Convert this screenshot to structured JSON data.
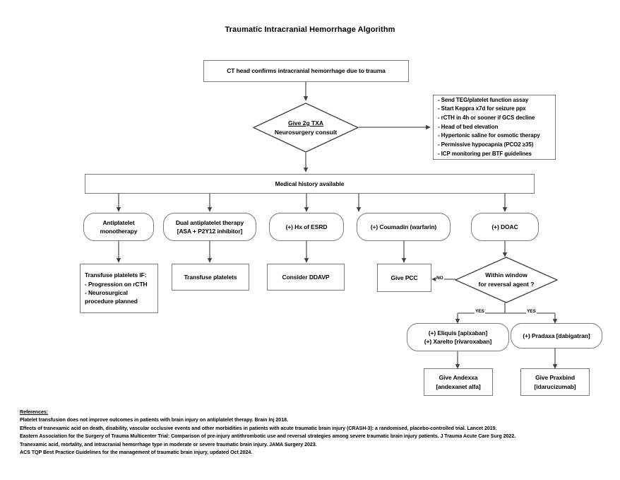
{
  "title": "Traumatic Intracranial Hemorrhage Algorithm",
  "nodes": {
    "start": {
      "label": "CT head confirms intracranial hemorrhage due to trauma"
    },
    "txa": {
      "line1": "Give 2g TXA",
      "line2": "Neurosurgery consult"
    },
    "adjuncts": {
      "items": [
        "- Send TEG/platelet function assay",
        "- Start Keppra x7d for seizure ppx",
        "- rCTH in 4h or sooner if GCS decline",
        "- Head of bed elevation",
        "- Hypertonic saline for osmotic therapy",
        "- Permissive hypocapnia (PCO2 ≥35)",
        "- ICP monitoring per BTF guidelines"
      ]
    },
    "history": {
      "label": "Medical history available"
    },
    "antiplatelet_mono": {
      "line1": "Antiplatelet",
      "line2": "monotherapy"
    },
    "dual_antiplatelet": {
      "line1": "Dual antiplatelet therapy",
      "line2": "[ASA + P2Y12 inhibitor]"
    },
    "esrd": {
      "label": "(+) Hx of ESRD"
    },
    "coumadin": {
      "label": "(+) Coumadin (warfarin)"
    },
    "doac": {
      "label": "(+) DOAC"
    },
    "transfuse_if": {
      "lines": [
        "Transfuse platelets IF:",
        "- Progression on rCTH",
        "- Neurosurgical",
        "procedure planned"
      ]
    },
    "transfuse": {
      "label": "Transfuse platelets"
    },
    "ddavp": {
      "label": "Consider DDAVP"
    },
    "pcc": {
      "label": "Give PCC"
    },
    "window": {
      "line1": "Within window",
      "line2": "for reversal agent ?"
    },
    "factor_xa": {
      "line1": "(+) Eliquis [apixaban]",
      "line2": "(+) Xarelto [rivaroxaban]"
    },
    "pradaxa": {
      "label": "(+) Pradaxa [dabigatran]"
    },
    "andexxa": {
      "line1": "Give Andexxa",
      "line2": "[andexanet alfa]"
    },
    "praxbind": {
      "line1": "Give Praxbind",
      "line2": "[idarucizumab]"
    }
  },
  "edge_labels": {
    "no": "NO",
    "yes_left": "YES",
    "yes_right": "YES"
  },
  "references": {
    "heading": "References:",
    "items": [
      "Platelet transfusion does not improve outcomes in patients with brain injury on antiplatelet therapy. Brain Inj 2018.",
      "Effects of tranexamic acid on death, disability, vascular occlusive events and other morbidities in patients with acute traumatic brain injury (CRASH-3): a randomised, placebo-controlled trial. Lancet 2019.",
      "Eastern Association for the Surgery of Trauma Multicenter Trial: Comparison of pre-injury antithrombotic use and reversal strategies among severe traumatic brain injury patients. J Trauma Acute Care Surg 2022.",
      "Tranexamic acid, mortality, and intracranial hemorrhage type in moderate or severe traumatic brain injury. JAMA Surgery 2023.",
      "ACS TQP Best Practice Guidelines for the management of traumatic brain injury, updated Oct 2024."
    ]
  },
  "colors": {
    "border": "#7a7a7a",
    "line": "#595959",
    "text": "#000000",
    "background": "#ffffff"
  }
}
